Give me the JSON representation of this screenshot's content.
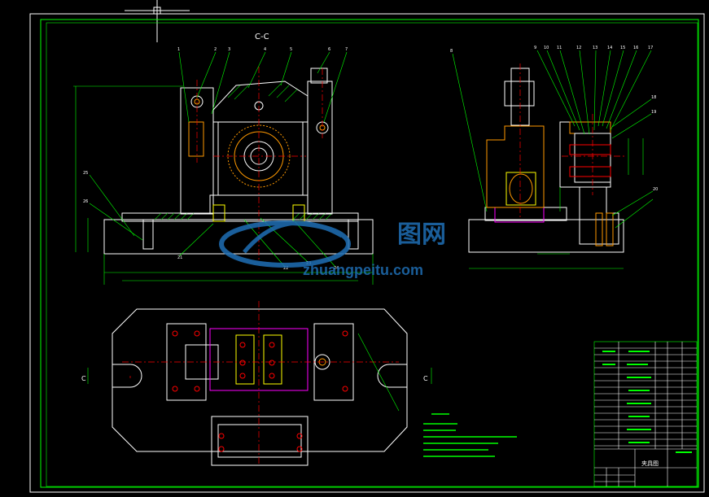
{
  "drawing": {
    "section_label": "C-C",
    "section_marker_left": "C",
    "section_marker_right": "C",
    "balloon_numbers_front": [
      "1",
      "2",
      "3",
      "4",
      "5",
      "6",
      "7"
    ],
    "balloon_numbers_side": [
      "8",
      "9",
      "10",
      "11",
      "12",
      "13",
      "14",
      "15",
      "16",
      "17",
      "18",
      "19",
      "20"
    ],
    "balloon_numbers_bottom": [
      "21",
      "22",
      "23",
      "24",
      "25",
      "26"
    ]
  },
  "watermark": {
    "text_cn": "图网",
    "text_url": "zhuangpeitu.com"
  },
  "title_block": {
    "drawing_name": "夹具图"
  },
  "colors": {
    "background": "#000000",
    "frame": "#00ff00",
    "outline": "#ffffff",
    "centerline": "#ff0000",
    "hatch": "#00cc00",
    "dimension": "#00ff00",
    "orange": "#ff9900",
    "magenta": "#ff00ff",
    "yellow": "#ffff00",
    "cyan": "#00ffff",
    "watermark": "#1f6fb5"
  }
}
